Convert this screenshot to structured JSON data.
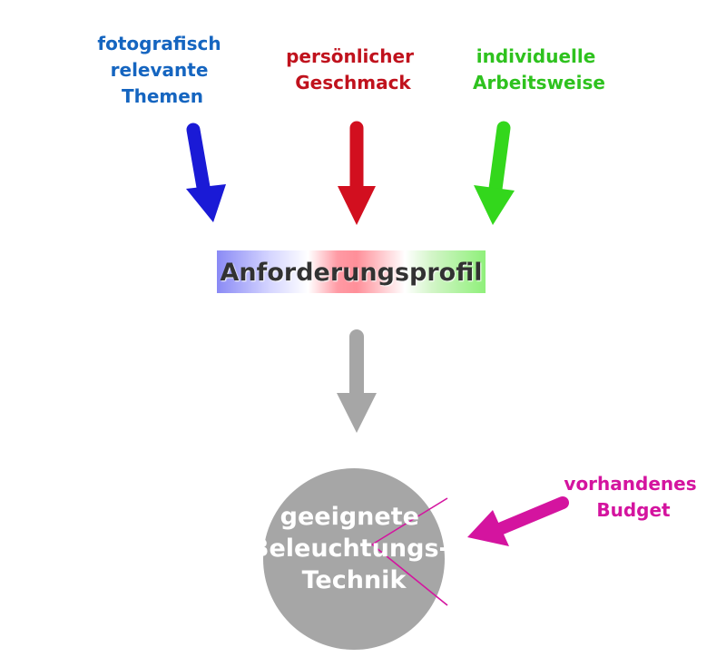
{
  "inputs": [
    {
      "lines": [
        "fotografisch",
        "relevante",
        "Themen"
      ],
      "color": "#1565c0",
      "arrow_color": "#1a1ad6"
    },
    {
      "lines": [
        "persönlicher",
        "Geschmack"
      ],
      "color": "#c0121d",
      "arrow_color": "#d20f1f"
    },
    {
      "lines": [
        "individuelle",
        "Arbeitsweise"
      ],
      "color": "#2ec21e",
      "arrow_color": "#33d71c"
    }
  ],
  "profile": {
    "label": "Anforderungsprofil"
  },
  "result": {
    "lines": [
      "geeignete",
      "Beleuchtungs-",
      "Technik"
    ],
    "fill": "#a6a6a6"
  },
  "budget": {
    "lines": [
      "vorhandenes",
      "Budget"
    ],
    "color": "#d4149f"
  },
  "colors": {
    "down_arrow": "#a6a6a6",
    "budget_arrow": "#d4149f"
  }
}
